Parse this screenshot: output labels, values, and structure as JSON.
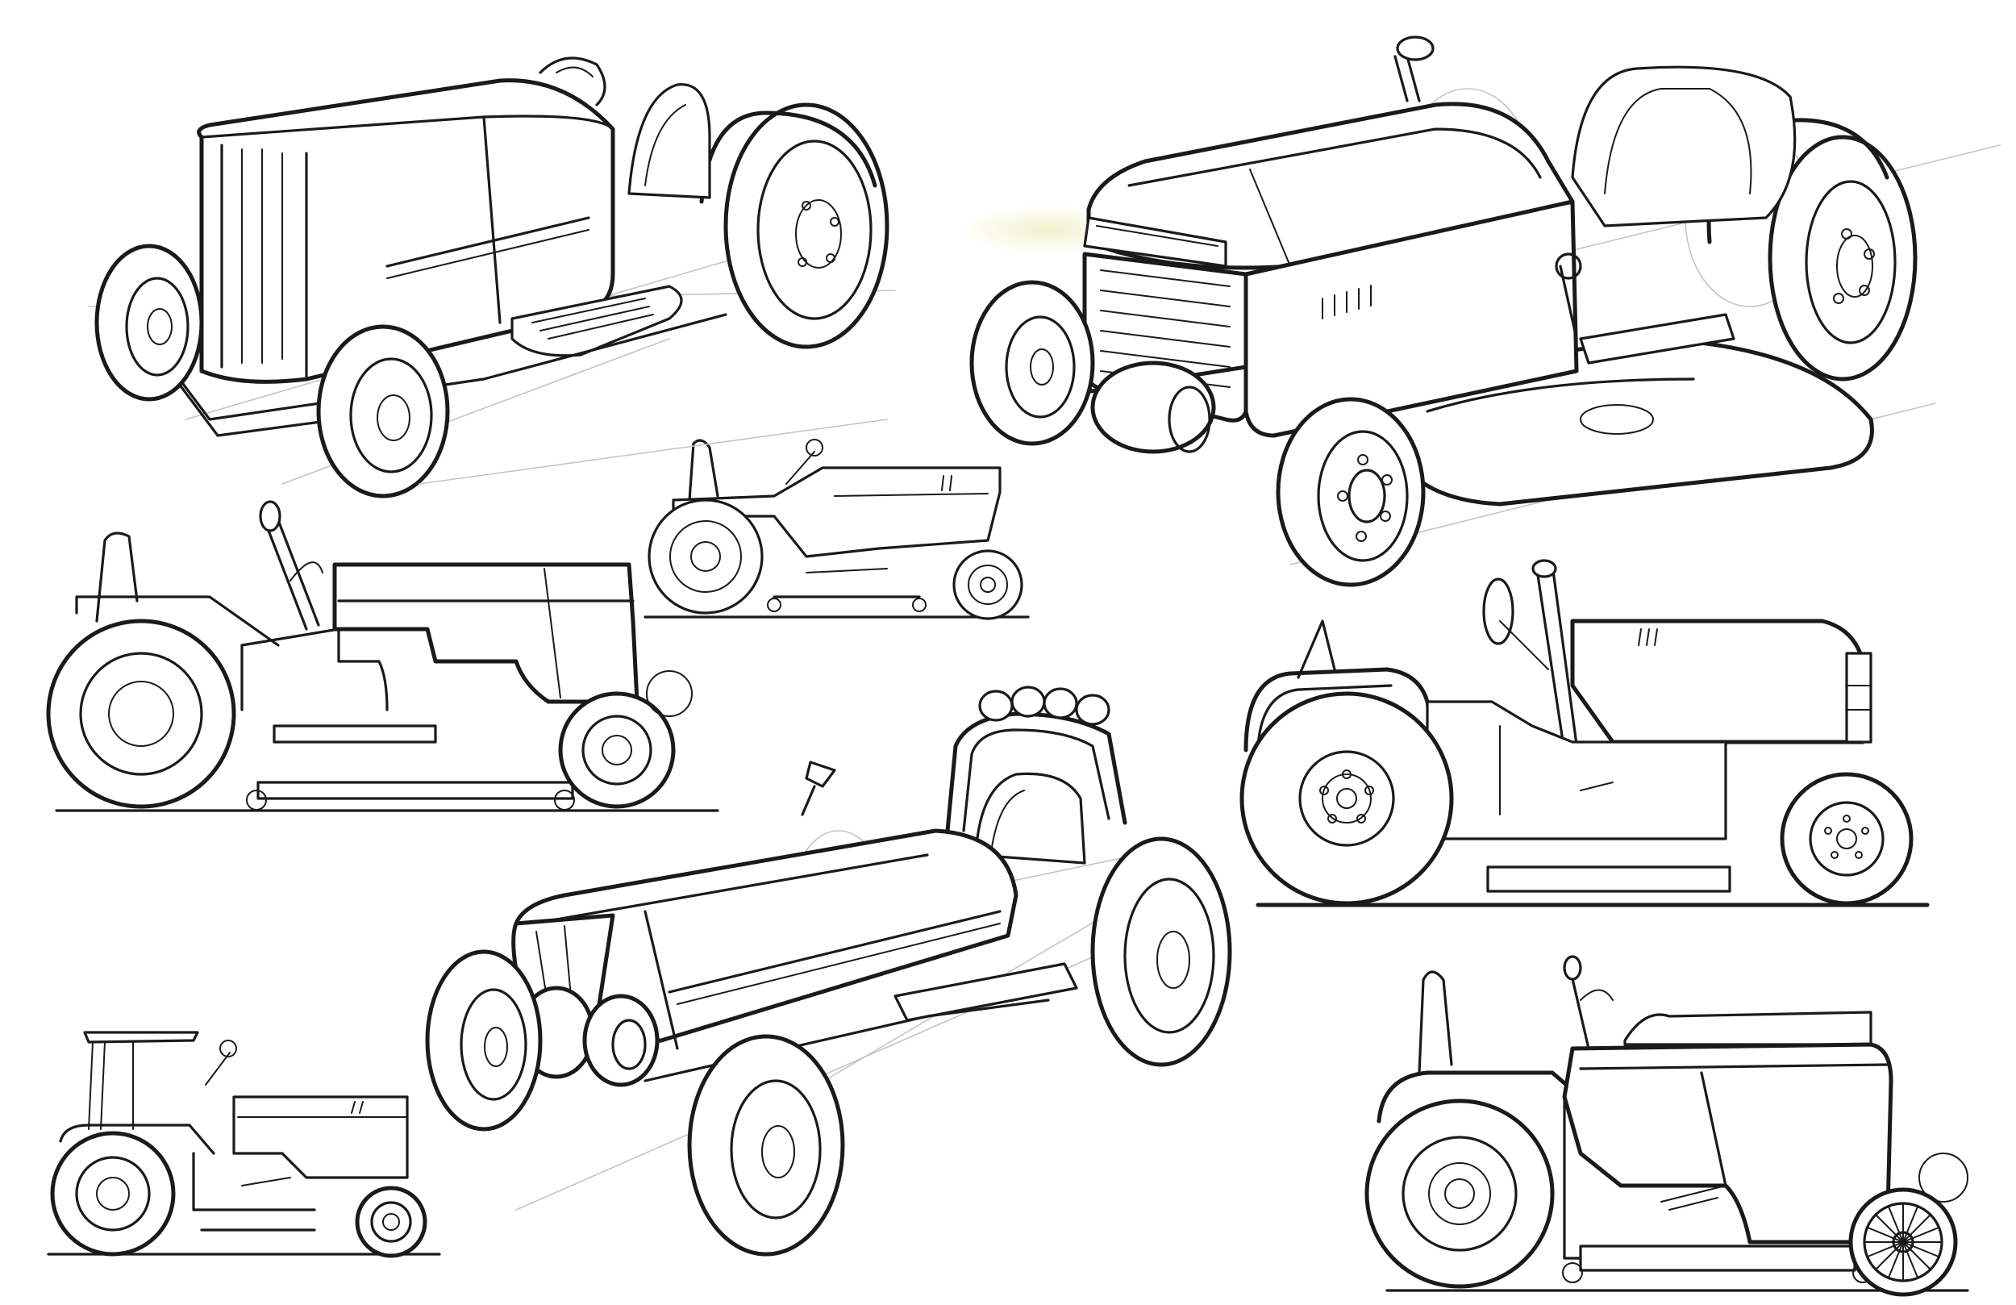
{
  "canvas": {
    "background": "#ffffff"
  },
  "colors": {
    "ink": "#1a1a1a",
    "guide": "#c4c4c4",
    "highlight": "#f3efc8"
  },
  "sketches": [
    {
      "id": "hotrod-tractor-perspective"
    },
    {
      "id": "riding-mower-perspective"
    },
    {
      "id": "small-mower-side"
    },
    {
      "id": "tractor-side-left"
    },
    {
      "id": "vintage-tractor-side-right"
    },
    {
      "id": "roadster-tractor-perspective"
    },
    {
      "id": "canopy-tractor-side"
    },
    {
      "id": "spoked-wheel-tractor-side"
    }
  ]
}
